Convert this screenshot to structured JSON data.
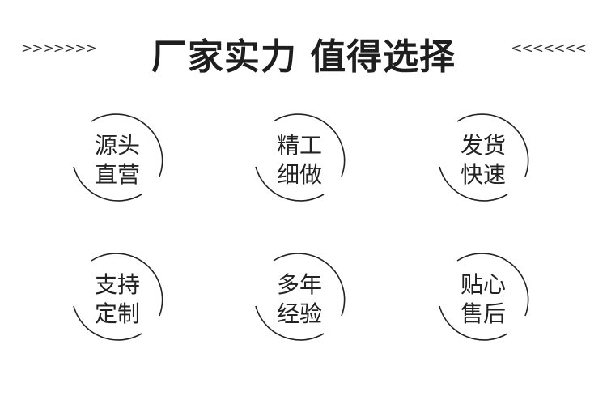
{
  "header": {
    "title": "厂家实力 值得选择",
    "left_arrows": ">>>>>>>",
    "right_arrows": "<<<<<<<"
  },
  "features": [
    {
      "line1": "源头",
      "line2": "直营"
    },
    {
      "line1": "精工",
      "line2": "细做"
    },
    {
      "line1": "发货",
      "line2": "快速"
    },
    {
      "line1": "支持",
      "line2": "定制"
    },
    {
      "line1": "多年",
      "line2": "经验"
    },
    {
      "line1": "贴心",
      "line2": "售后"
    }
  ]
}
